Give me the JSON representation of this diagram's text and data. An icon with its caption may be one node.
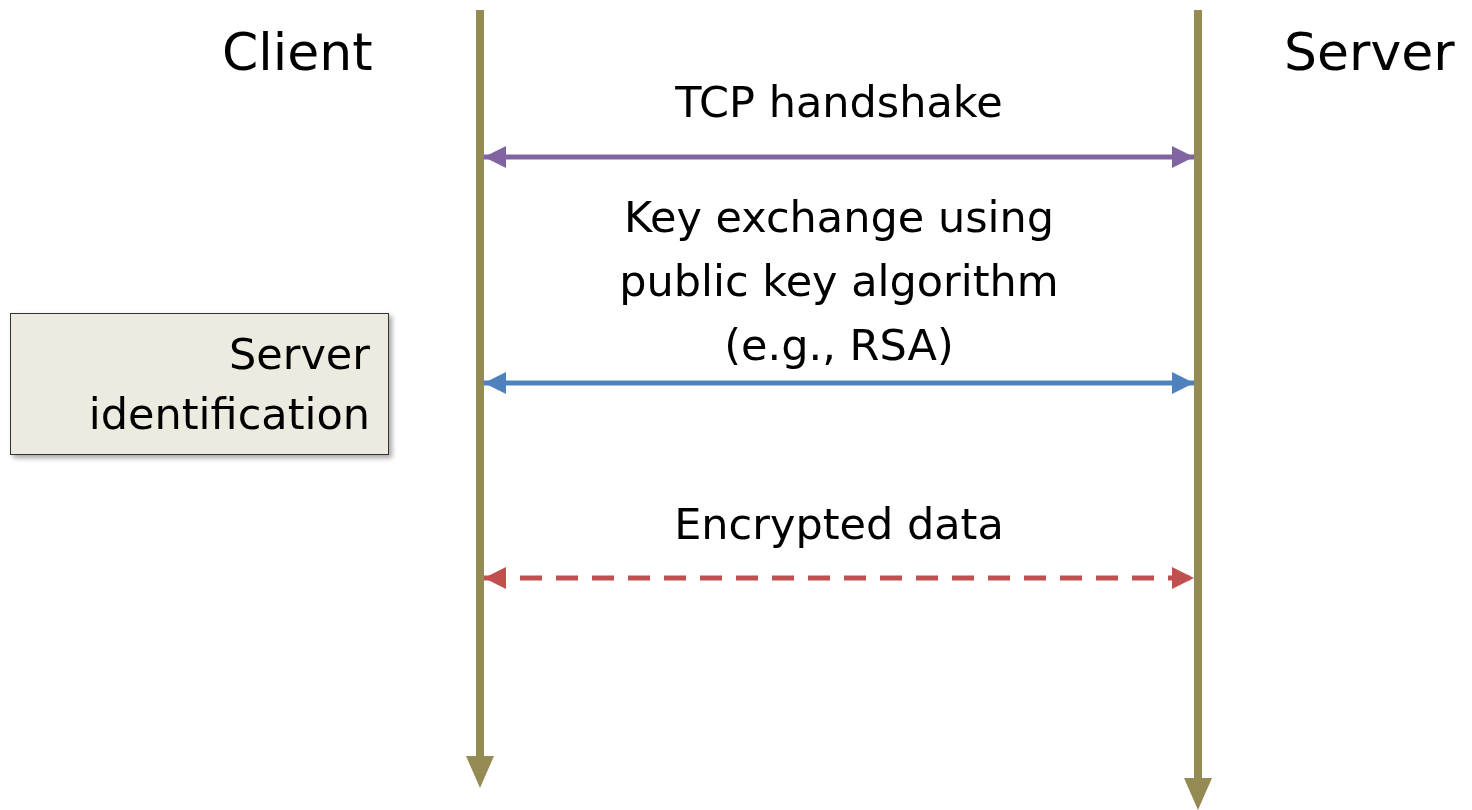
{
  "diagram": {
    "nodes": [
      {
        "text": [
          "Client"
        ]
      },
      {
        "text": [
          "Server"
        ]
      },
      {
        "text": [
          "Server identification"
        ]
      }
    ],
    "edges": [
      {
        "from": 0,
        "to": 1,
        "arrow": "both",
        "label": "TCP handshake",
        "color": "#8064a2"
      },
      {
        "from": 0,
        "to": 1,
        "arrow": "both",
        "label": "Key exchange using public key algorithm (e.g., RSA)",
        "color": "#4f81bd"
      },
      {
        "from": 0,
        "to": 1,
        "arrow": "both",
        "label": "Encrypted data",
        "style": "dashed",
        "color": "#c0504d"
      }
    ]
  }
}
